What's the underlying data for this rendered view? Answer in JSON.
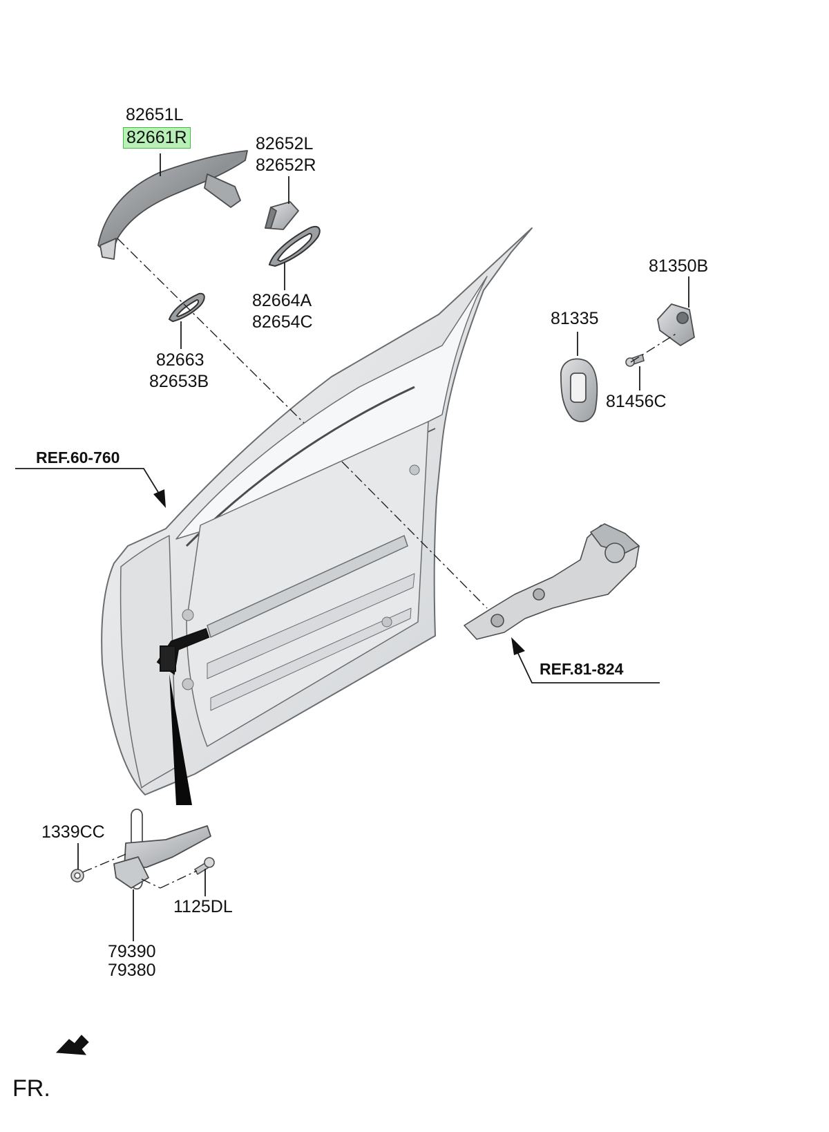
{
  "parts": {
    "handle": [
      "82651L",
      "82661R"
    ],
    "handle_cover": [
      "82652L",
      "82652R"
    ],
    "gasket_rear": [
      "82664A",
      "82654C"
    ],
    "gasket_front": [
      "82663",
      "82653B"
    ],
    "striker": "81350B",
    "striker_spacer": "81335",
    "striker_bolt": "81456C",
    "hinge_nut": "1339CC",
    "hinge_bolt": "1125DL",
    "hinge": [
      "79390",
      "79380"
    ]
  },
  "references": {
    "door_panel": "REF.60-760",
    "latch_frame": "REF.81-824"
  },
  "direction_label": "FR.",
  "highlight": {
    "part": "82661R",
    "color": "#b8f0b8"
  },
  "colors": {
    "panel_fill": "#e4e6e8",
    "panel_stroke": "#6a6d70",
    "leader": "#1a1a1a"
  }
}
